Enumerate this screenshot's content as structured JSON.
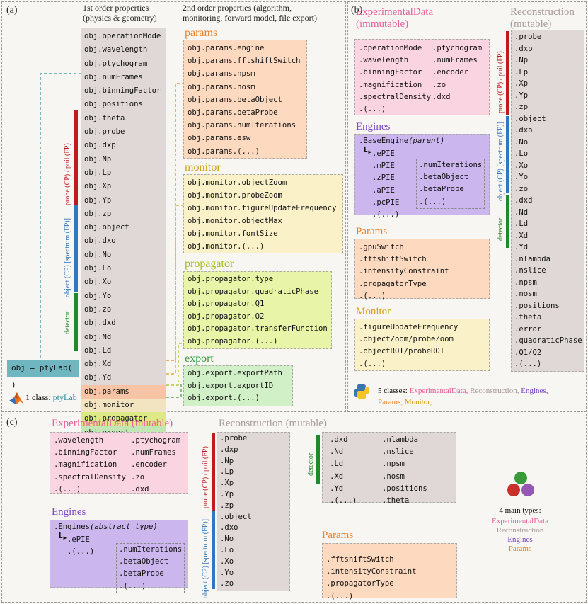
{
  "panel_a": {
    "label": "(a)",
    "header1": [
      "1st order properties",
      "(physics & geometry)"
    ],
    "header2": [
      "2nd order properties (algorithm,",
      "monitoring, forward model, file export)"
    ],
    "first_order": [
      "obj.operationMode",
      "obj.wavelength",
      "obj.ptychogram",
      "obj.numFrames",
      "obj.binningFactor",
      "obj.positions",
      "obj.theta",
      "obj.probe",
      "obj.dxp",
      "obj.Np",
      "obj.Lp",
      "obj.Xp",
      "obj.Yp",
      "obj.zp",
      "obj.object",
      "obj.dxo",
      "obj.No",
      "obj.Lo",
      "obj.Xo",
      "obj.Yo",
      "obj.zo",
      "obj.dxd",
      "obj.Nd",
      "obj.Ld",
      "obj.Xd",
      "obj.Yd"
    ],
    "class_rows": [
      "obj.params",
      "obj.monitor",
      "obj.propagator",
      "obj.export"
    ],
    "params": {
      "title": "params",
      "items": [
        "obj.params.engine",
        "obj.params.fftshiftSwitch",
        "obj.params.npsm",
        "obj.params.nosm",
        "obj.params.betaObject",
        "obj.params.betaProbe",
        "obj.params.numIterations",
        "obj.params.esw",
        "obj.params.(...)"
      ]
    },
    "monitor": {
      "title": "monitor",
      "items": [
        "obj.monitor.objectZoom",
        "obj.monitor.probeZoom",
        "obj.monitor.figureUpdateFrequency",
        "obj.monitor.objectMax",
        "obj.monitor.fontSize",
        "obj.monitor.(...)"
      ]
    },
    "propagator": {
      "title": "propagator",
      "items": [
        "obj.propagator.type",
        "obj.propagator.quadraticPhase",
        "obj.propagator.Q1",
        "obj.propagator.Q2",
        "obj.propagator.transferFunction",
        "obj.propagator.(...)"
      ]
    },
    "export": {
      "title": "export",
      "items": [
        "obj.export.exportPath",
        "obj.export.exportID",
        "obj.export.(...)"
      ]
    },
    "obj_box": "obj = ptyLab( )",
    "class_note_prefix": "1 class: ",
    "class_note_name": "ptyLab",
    "side_labels": {
      "probe": "probe (CP) / puil (FP)",
      "object": "object (CP) [spectrum (FP)]",
      "detector": "detector"
    }
  },
  "panel_b": {
    "label": "(b)",
    "exp_title": [
      "ExperimentalData",
      "(immutable)"
    ],
    "exp_col1": [
      ".operationMode",
      ".wavelength",
      ".binningFactor",
      ".magnification",
      ".spectralDensity",
      ".(...)"
    ],
    "exp_col2": [
      ".ptychogram",
      ".numFrames",
      ".encoder",
      ".zo",
      ".dxd"
    ],
    "recon_title": [
      "Reconstruction",
      "(mutable)"
    ],
    "recon_items": [
      ".probe",
      ".dxp",
      ".Np",
      ".Lp",
      ".Xp",
      ".Yp",
      ".zp",
      ".object",
      ".dxo",
      ".No",
      ".Lo",
      ".Xo",
      ".Yo",
      ".zo",
      ".dxd",
      ".Nd",
      ".Ld",
      ".Xd",
      ".Yd",
      ".nlambda",
      ".nslice",
      ".npsm",
      ".nosm",
      ".positions",
      ".theta",
      ".error",
      ".quadraticPhase",
      ".Q1/Q2",
      ".(...)"
    ],
    "engines_title": "Engines",
    "engines_base": ".BaseEngine",
    "engines_base_note": "(parent)",
    "engines_list": [
      ".ePIE",
      ".mPIE",
      ".zPIE",
      ".aPIE",
      ".pcPIE",
      ".(...)"
    ],
    "engines_props": [
      ".numIterations",
      ".betaObject",
      ".betaProbe",
      ".(...)"
    ],
    "params_title": "Params",
    "params_items": [
      ".gpuSwitch",
      ".fftshiftSwitch",
      ".intensityConstraint",
      ".propagatorType",
      ".(...)"
    ],
    "monitor_title": "Monitor",
    "monitor_items": [
      ".figureUpdateFrequency",
      ".objectZoom/probeZoom",
      ".objectROI/probeROI",
      ".(...)"
    ],
    "footer_prefix": "5 classes: ",
    "footer_classes": [
      "ExperimentalData,",
      "Reconstruction,",
      "Engines,",
      "Params,",
      "Monitor,"
    ],
    "side_labels": {
      "probe": "probe (CP) / puil (FP)",
      "object": "object (CP) [spectrum (FP)]",
      "detector": "detector"
    }
  },
  "panel_c": {
    "label": "(c)",
    "exp_title": "ExperimentalData (mutable)",
    "exp_col1": [
      ".wavelength",
      ".binningFactor",
      ".magnification",
      ".spectralDensity",
      ".(...)"
    ],
    "exp_col2": [
      ".ptychogram",
      ".numFrames",
      ".encoder",
      ".zo",
      ".dxd"
    ],
    "recon_title": "Reconstruction (mutable)",
    "recon_items": [
      ".probe",
      ".dxp",
      ".Np",
      ".Lp",
      ".Xp",
      ".Yp",
      ".zp",
      ".object",
      ".dxo",
      ".No",
      ".Lo",
      ".Xo",
      ".Yo",
      ".zo"
    ],
    "recon2_col1": [
      ".dxd",
      ".Nd",
      ".Ld",
      ".Xd",
      ".Yd",
      ".(...)"
    ],
    "recon2_col2": [
      ".nlambda",
      ".nslice",
      ".npsm",
      ".nosm",
      ".positions",
      ".theta"
    ],
    "engines_title": "Engines",
    "engines_base": ".Engines",
    "engines_base_note": "(abstract type)",
    "engines_list": [
      ".ePIE",
      ".(...)"
    ],
    "engines_props": [
      ".numIterations",
      ".betaObject",
      ".betaProbe",
      ".(...)"
    ],
    "params_title": "Params",
    "params_items": [
      ".fftshiftSwitch",
      ".intensityConstraint",
      ".propagatorType",
      ".(...)"
    ],
    "types_heading": "4 main types:",
    "types": [
      "ExperimentalData",
      "Reconstruction",
      "Engines",
      "Params"
    ],
    "side_labels": {
      "probe": "probe (CP) / puil (FP)",
      "object": "object (CP) [spectrum (FP)]",
      "detector": "detector"
    }
  },
  "colors": {
    "pink": "#fbd4e2",
    "gray": "#e0d8d6",
    "purple": "#cbb6ee",
    "orange": "#fcd9bf",
    "yellow": "#fbf1c9",
    "lime": "#e8f5a8",
    "green": "#d2f0c8",
    "teal": "#6fb6c0",
    "red": "#c0191e",
    "blue": "#2f78bf",
    "dkgreen": "#1f8a2c",
    "t_pink": "#e8609a",
    "t_gray": "#a89a98",
    "t_purple": "#7b45c9",
    "t_orange": "#ef7f22",
    "t_gold": "#d4a017",
    "t_green": "#3a9a3a",
    "t_teal": "#2a8c9c"
  }
}
